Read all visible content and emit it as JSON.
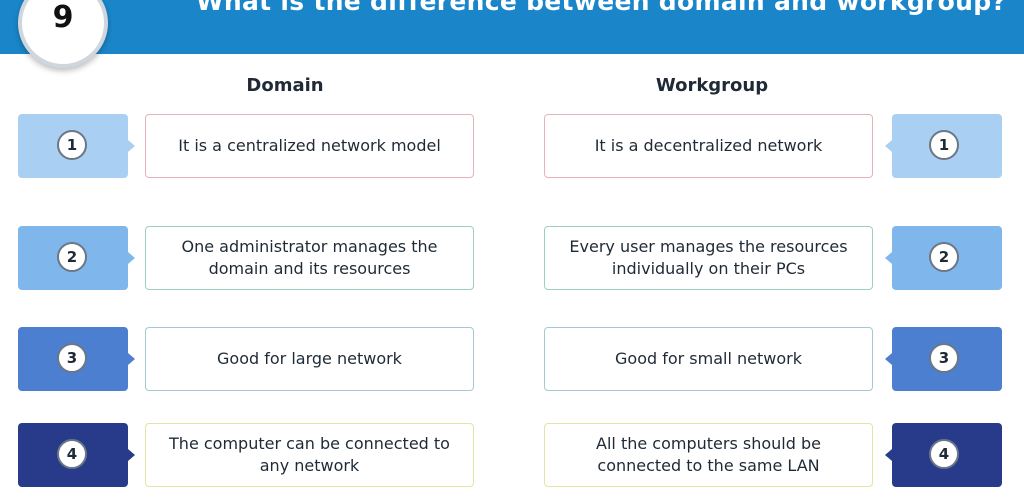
{
  "header": {
    "question_number": "9",
    "title": "What is the difference between domain and workgroup?"
  },
  "columns": {
    "left_title": "Domain",
    "right_title": "Workgroup"
  },
  "rows": [
    {
      "number": "1",
      "domain": "It is a centralized network model",
      "workgroup": "It is a decentralized network"
    },
    {
      "number": "2",
      "domain": "One administrator manages the domain and its resources",
      "workgroup": "Every user manages the resources individually on their PCs"
    },
    {
      "number": "3",
      "domain": "Good for large network",
      "workgroup": "Good for small network"
    },
    {
      "number": "4",
      "domain": "The computer can be connected to any network",
      "workgroup": "All the computers should be connected to the same LAN"
    }
  ],
  "colors": {
    "header_bg": "#1a86c9",
    "tab_colors": [
      "#a9d0f2",
      "#7fb6ec",
      "#4d7fd0",
      "#283a8a"
    ],
    "border_colors": [
      "#e5b4b9",
      "#9fcfc3",
      "#a6c9cf",
      "#e6e3a4"
    ]
  }
}
